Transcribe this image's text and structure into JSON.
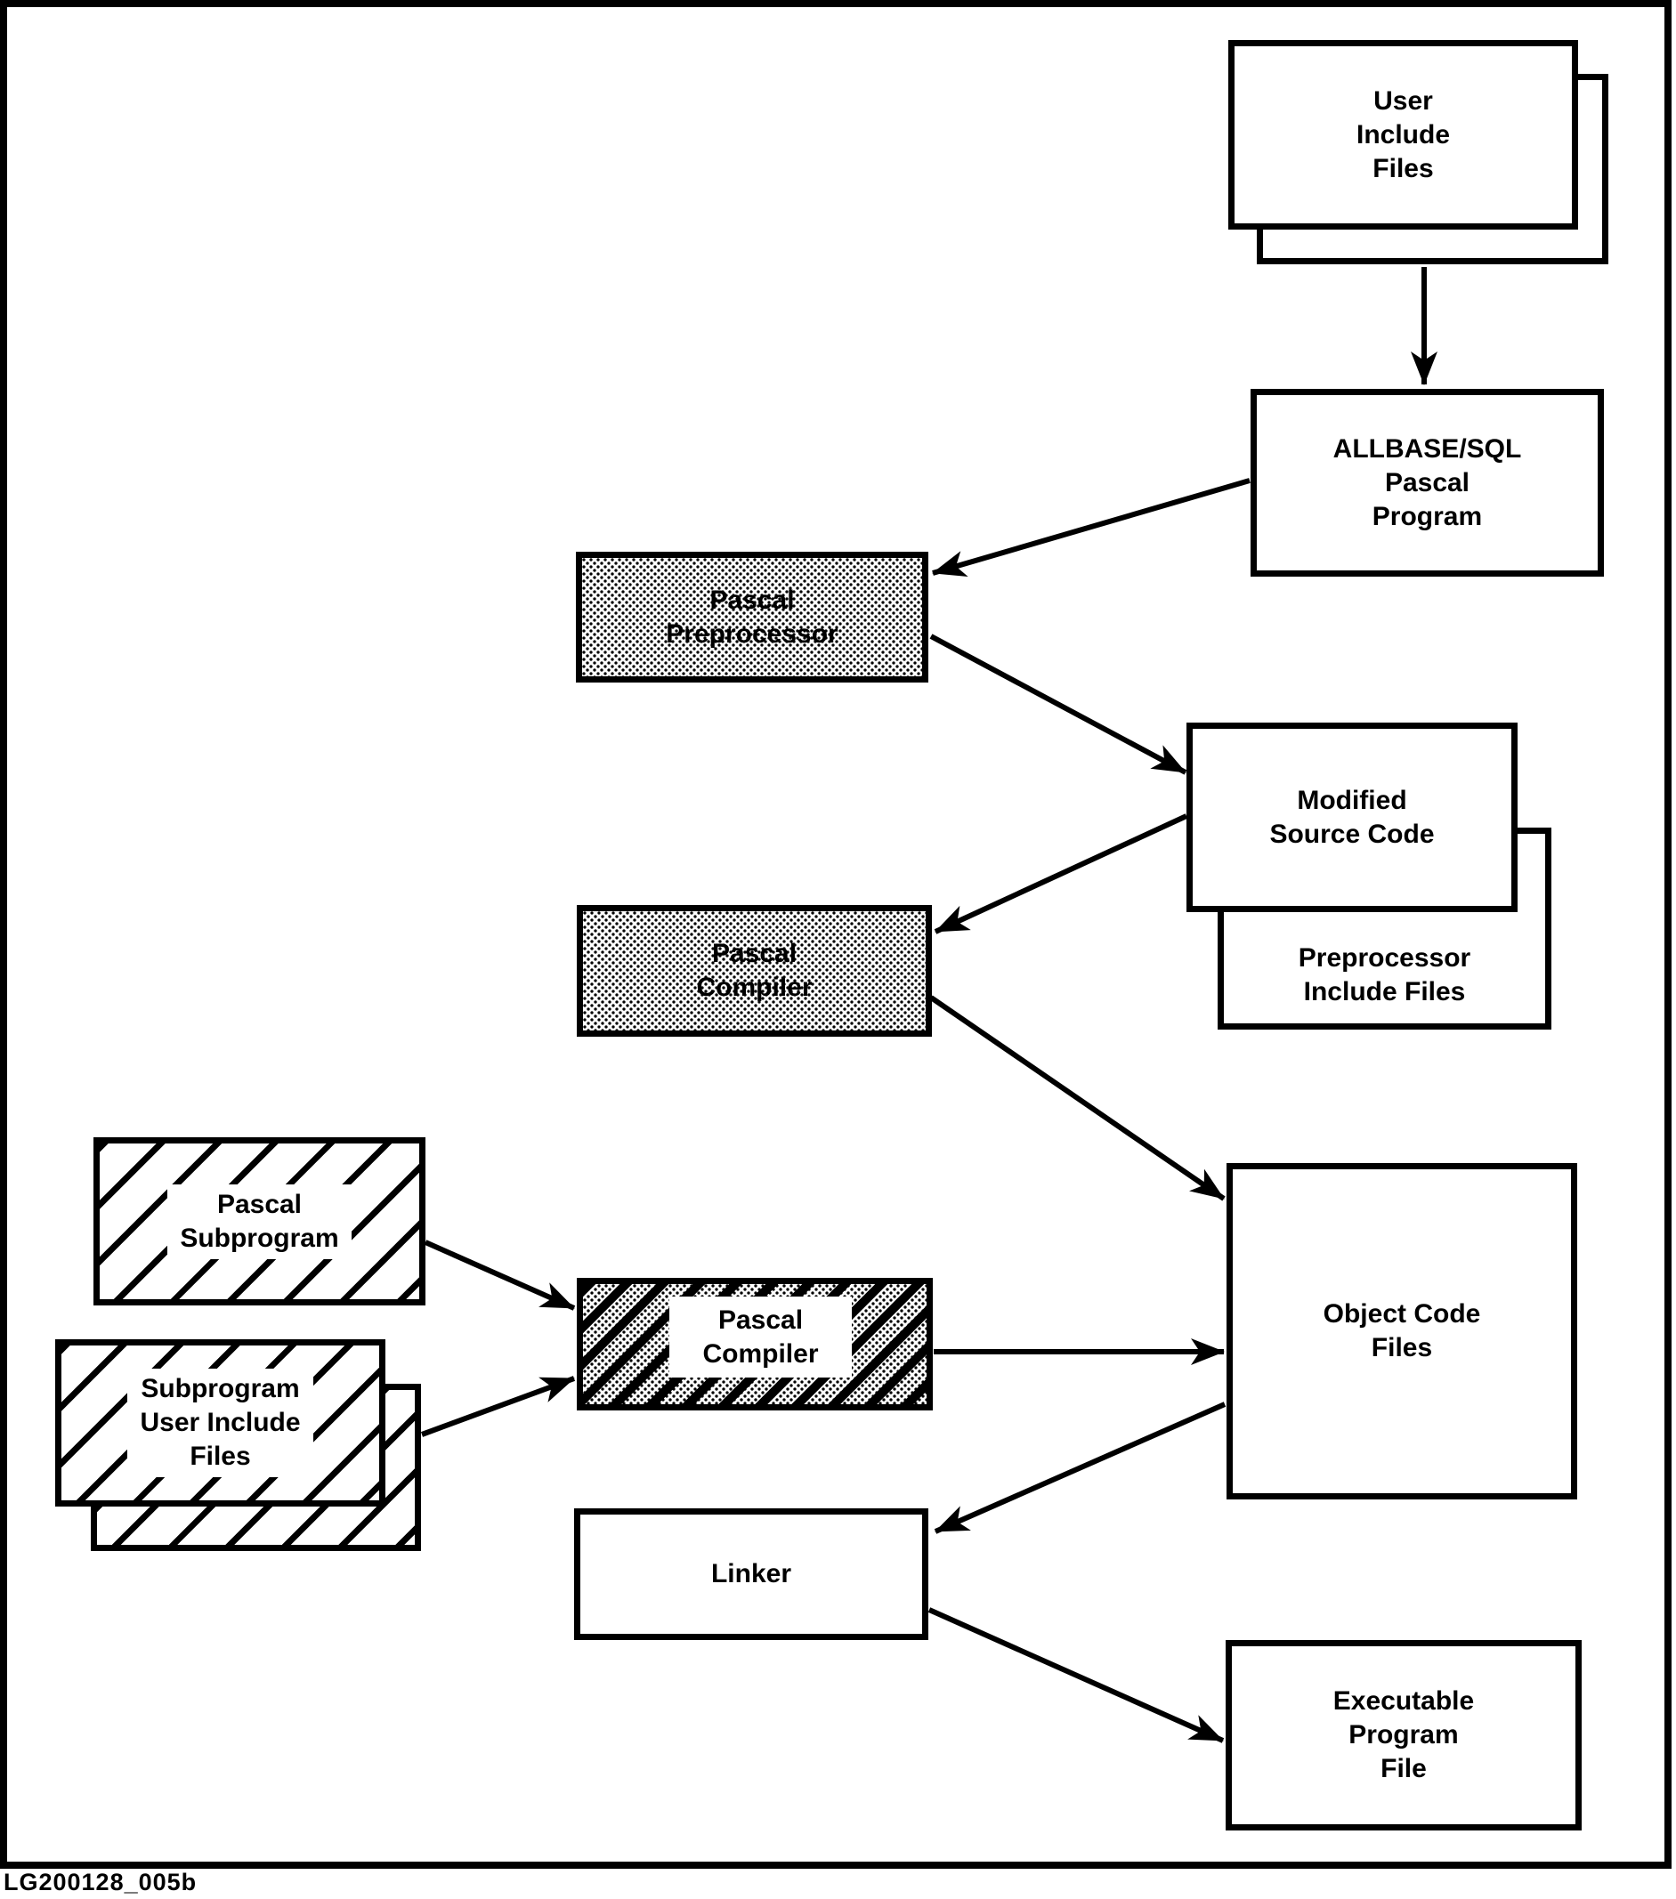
{
  "diagram": {
    "caption": "LG200128_005b",
    "ink": "#000000",
    "paper": "#ffffff",
    "nodes": {
      "user_include_files": {
        "label": "User\nInclude\nFiles",
        "fill": "white",
        "shape": "stacked"
      },
      "allbase_sql_pascal_program": {
        "label": "ALLBASE/SQL\nPascal\nProgram",
        "fill": "white",
        "shape": "rect"
      },
      "pascal_preprocessor": {
        "label": "Pascal\nPreprocessor",
        "fill": "stipple",
        "shape": "rect"
      },
      "modified_source_code": {
        "label": "Modified\nSource Code",
        "fill": "white",
        "shape": "stacked"
      },
      "preprocessor_include_files": {
        "label": "Preprocessor\nInclude Files",
        "fill": "white",
        "shape": "rect"
      },
      "pascal_compiler_main": {
        "label": "Pascal\nCompiler",
        "fill": "stipple",
        "shape": "rect"
      },
      "pascal_subprogram": {
        "label": "Pascal\nSubprogram",
        "fill": "hatch",
        "shape": "rect"
      },
      "subprogram_user_include_files": {
        "label": "Subprogram\nUser Include\nFiles",
        "fill": "hatch",
        "shape": "stacked"
      },
      "pascal_compiler_subprogram": {
        "label": "Pascal\nCompiler",
        "fill": "stipple-hatch",
        "shape": "rect"
      },
      "object_code_files": {
        "label": "Object Code\nFiles",
        "fill": "white",
        "shape": "rect"
      },
      "linker": {
        "label": "Linker",
        "fill": "white",
        "shape": "rect"
      },
      "executable_program_file": {
        "label": "Executable\nProgram\nFile",
        "fill": "white",
        "shape": "rect"
      }
    },
    "edges": [
      {
        "from": "user_include_files",
        "to": "allbase_sql_pascal_program"
      },
      {
        "from": "allbase_sql_pascal_program",
        "to": "pascal_preprocessor"
      },
      {
        "from": "pascal_preprocessor",
        "to": "modified_source_code"
      },
      {
        "from": "modified_source_code",
        "to": "pascal_compiler_main"
      },
      {
        "from": "pascal_compiler_main",
        "to": "object_code_files"
      },
      {
        "from": "pascal_subprogram",
        "to": "pascal_compiler_subprogram"
      },
      {
        "from": "subprogram_user_include_files",
        "to": "pascal_compiler_subprogram"
      },
      {
        "from": "pascal_compiler_subprogram",
        "to": "object_code_files"
      },
      {
        "from": "object_code_files",
        "to": "linker"
      },
      {
        "from": "linker",
        "to": "executable_program_file"
      }
    ]
  }
}
